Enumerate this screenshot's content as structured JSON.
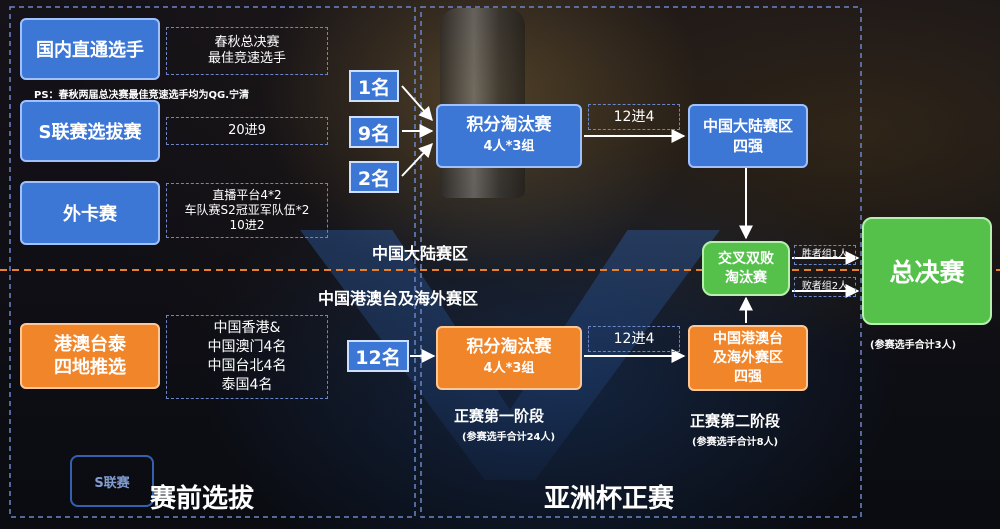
{
  "sources": {
    "domestic": "国内直通选手",
    "sleague": "S联赛选拔赛",
    "wildcard": "外卡赛",
    "hmt": [
      "港澳台泰",
      "四地推选"
    ]
  },
  "source_notes": {
    "domestic": [
      "春秋总决赛",
      "最佳竞速选手"
    ],
    "ps": "PS：春秋两届总决赛最佳竞速选手均为QG.宁清",
    "sleague": "20进9",
    "wildcard": [
      "直播平台4*2",
      "车队赛S2冠亚军队伍*2",
      "10进2"
    ],
    "hmt": [
      "中国香港&",
      "中国澳门4名",
      "中国台北4名",
      "泰国4名"
    ]
  },
  "ranks": {
    "r1": "1名",
    "r9": "9名",
    "r2": "2名",
    "r12": "12名"
  },
  "stage1": {
    "mainland": [
      "积分淘汰赛",
      "4人*3组"
    ],
    "hmt": [
      "积分淘汰赛",
      "4人*3组"
    ],
    "advance_mainland": "12进4",
    "advance_hmt": "12进4",
    "label": "正赛第一阶段",
    "sub": "(参赛选手合计24人)"
  },
  "stage2": {
    "mainland": [
      "中国大陆赛区",
      "四强"
    ],
    "hmt": [
      "中国港澳台",
      "及海外赛区",
      "四强"
    ],
    "label": "正赛第二阶段",
    "sub": "(参赛选手合计8人)"
  },
  "cross": [
    "交叉双败",
    "淘汰赛"
  ],
  "winners": "胜者组1人",
  "losers": "败者组2人",
  "final": {
    "title": "总决赛",
    "sub": "(参赛选手合计3人)"
  },
  "region_labels": {
    "mainland": "中国大陆赛区",
    "hmt": "中国港澳台及海外赛区"
  },
  "sections": {
    "pre": "赛前选拔",
    "main": "亚洲杯正赛"
  },
  "logo_text": "S联赛",
  "colors": {
    "blue": "#3d77d6",
    "orange": "#f1852a",
    "green": "#55c14b",
    "divider": "#e8812c",
    "dashed": "#6c86c8"
  }
}
